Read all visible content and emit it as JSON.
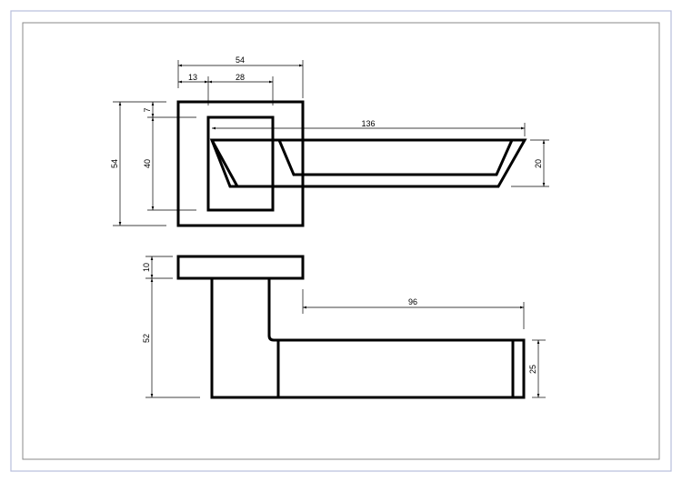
{
  "drawing": {
    "top_view": {
      "dimensions": {
        "rose_width": "54",
        "offset_left": "13",
        "inner_width": "28",
        "rose_height": "54",
        "offset_top": "7",
        "inner_height": "40",
        "lever_length": "136",
        "lever_width": "20"
      }
    },
    "side_view": {
      "dimensions": {
        "rose_thickness": "10",
        "stem_height": "52",
        "lever_projection": "96",
        "lever_thickness": "25"
      }
    }
  }
}
